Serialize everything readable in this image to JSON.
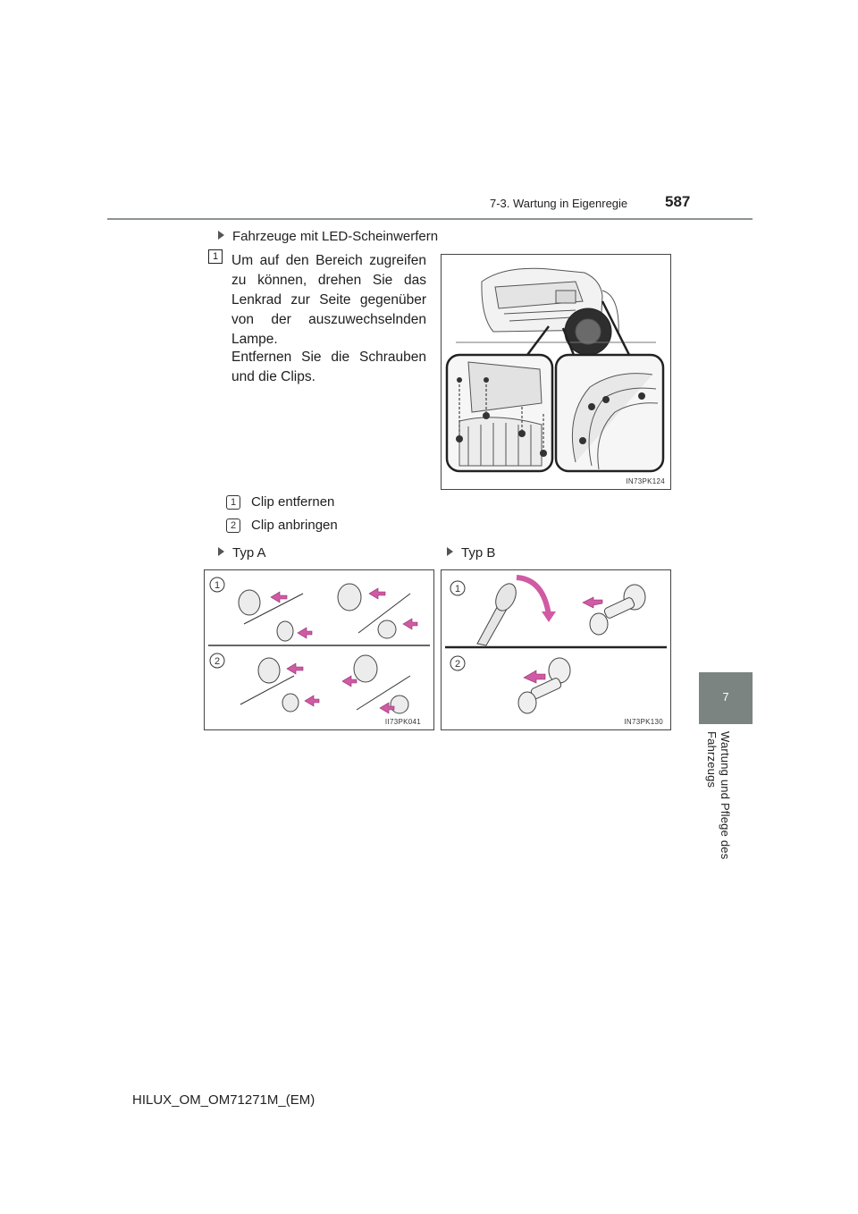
{
  "header": {
    "section": "7-3. Wartung in Eigenregie",
    "page_number": "587"
  },
  "side_tab": {
    "chapter_number": "7",
    "chapter_title": "Wartung und Pflege des Fahrzeugs"
  },
  "content": {
    "bullet_led": "Fahrzeuge mit LED-Scheinwerfern",
    "step_number": "1",
    "step_text": "Um auf den Bereich zugreifen zu können, drehen Sie das Lenkrad zur Seite gegenüber von der auszuwechselnden Lampe.",
    "step_text_2": "Entfernen Sie die Schrauben und die Clips.",
    "figure_1_code": "IN73PK124",
    "legend": [
      {
        "num": "1",
        "text": "Clip entfernen"
      },
      {
        "num": "2",
        "text": "Clip anbringen"
      }
    ],
    "type_a_label": "Typ A",
    "type_b_label": "Typ B",
    "figure_a_code": "II73PK041",
    "figure_b_code": "IN73PK130",
    "figure_a_markers": [
      "1",
      "2"
    ],
    "figure_b_markers": [
      "1",
      "2"
    ]
  },
  "footer": {
    "doc_code": "HILUX_OM_OM71271M_(EM)"
  },
  "colors": {
    "rule": "#8c9491",
    "side_tab": "#7b8480",
    "arrow_pink": "#d05aa3"
  }
}
